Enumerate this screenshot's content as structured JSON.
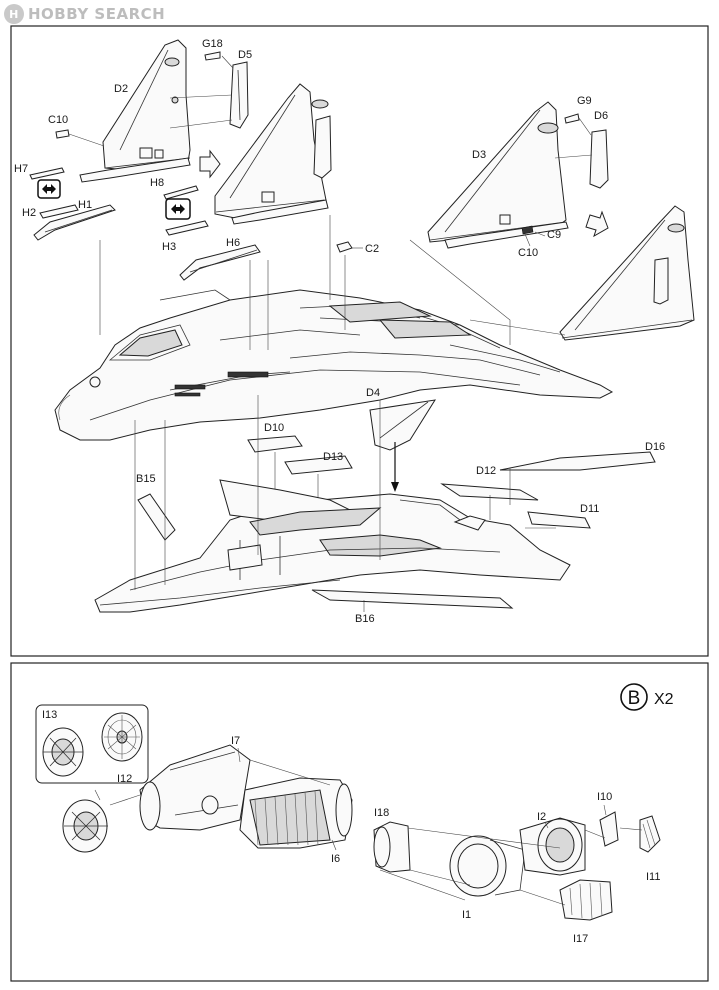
{
  "watermark": {
    "badge": "H",
    "text": "HOBBY SEARCH"
  },
  "upper_panel": {
    "labels": {
      "G18": "G18",
      "D5": "D5",
      "D2": "D2",
      "C10a": "C10",
      "H7": "H7",
      "H2": "H2",
      "H1": "H1",
      "H8": "H8",
      "H3": "H3",
      "H6": "H6",
      "G9": "G9",
      "D6": "D6",
      "D3": "D3",
      "C9": "C9",
      "C10b": "C10",
      "C2": "C2",
      "D4": "D4",
      "D10": "D10",
      "D13": "D13",
      "D16": "D16",
      "D12": "D12",
      "D11": "D11",
      "B15": "B15",
      "B16": "B16"
    }
  },
  "lower_panel": {
    "badge": "B",
    "multiplier": "X2",
    "labels": {
      "I13": "I13",
      "I7": "I7",
      "I12": "I12",
      "I6": "I6",
      "I18": "I18",
      "I2": "I2",
      "I10": "I10",
      "I11": "I11",
      "I1": "I1",
      "I17": "I17"
    }
  }
}
